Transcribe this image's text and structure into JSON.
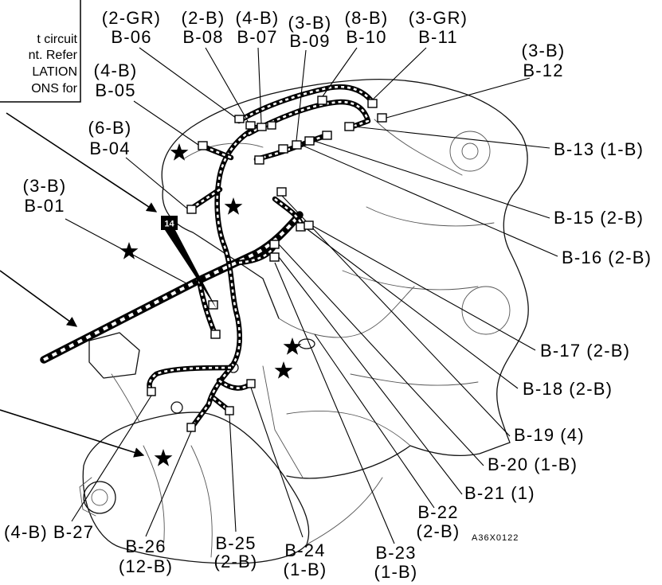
{
  "note_box": {
    "lines": [
      "t circuit",
      "nt. Refer",
      "LATION",
      "ONS for"
    ]
  },
  "marker_label": "14",
  "figure_code": "A36X0122",
  "connectors": {
    "b01": {
      "id": "B-01",
      "spec": "(3-B)"
    },
    "b04": {
      "id": "B-04",
      "spec": "(6-B)"
    },
    "b05": {
      "id": "B-05",
      "spec": "(4-B)"
    },
    "b06": {
      "id": "B-06",
      "spec": "(2-GR)"
    },
    "b07": {
      "id": "B-07",
      "spec": "(4-B)"
    },
    "b08": {
      "id": "B-08",
      "spec": "(2-B)"
    },
    "b09": {
      "id": "B-09",
      "spec": "(3-B)"
    },
    "b10": {
      "id": "B-10",
      "spec": "(8-B)"
    },
    "b11": {
      "id": "B-11",
      "spec": "(3-GR)"
    },
    "b12": {
      "id": "B-12",
      "spec": "(3-B)"
    },
    "b13": {
      "id": "B-13",
      "spec": "(1-B)"
    },
    "b15": {
      "id": "B-15",
      "spec": "(2-B)"
    },
    "b16": {
      "id": "B-16",
      "spec": "(2-B)"
    },
    "b17": {
      "id": "B-17",
      "spec": "(2-B)"
    },
    "b18": {
      "id": "B-18",
      "spec": "(2-B)"
    },
    "b19": {
      "id": "B-19",
      "spec": "(4)"
    },
    "b20": {
      "id": "B-20",
      "spec": "(1-B)"
    },
    "b21": {
      "id": "B-21",
      "spec": "(1)"
    },
    "b22": {
      "id": "B-22",
      "spec": "(2-B)"
    },
    "b23": {
      "id": "B-23",
      "spec": "(1-B)"
    },
    "b24": {
      "id": "B-24",
      "spec": "(1-B)"
    },
    "b25": {
      "id": "B-25",
      "spec": "(2-B)"
    },
    "b26": {
      "id": "B-26",
      "spec": "(12-B)"
    },
    "b27": {
      "id": "B-27",
      "spec": "(4-B)"
    }
  },
  "icons": {
    "ground_marker": "star-icon",
    "pointer": "arrow-icon"
  },
  "colors": {
    "ink": "#000000",
    "paper": "#ffffff"
  }
}
